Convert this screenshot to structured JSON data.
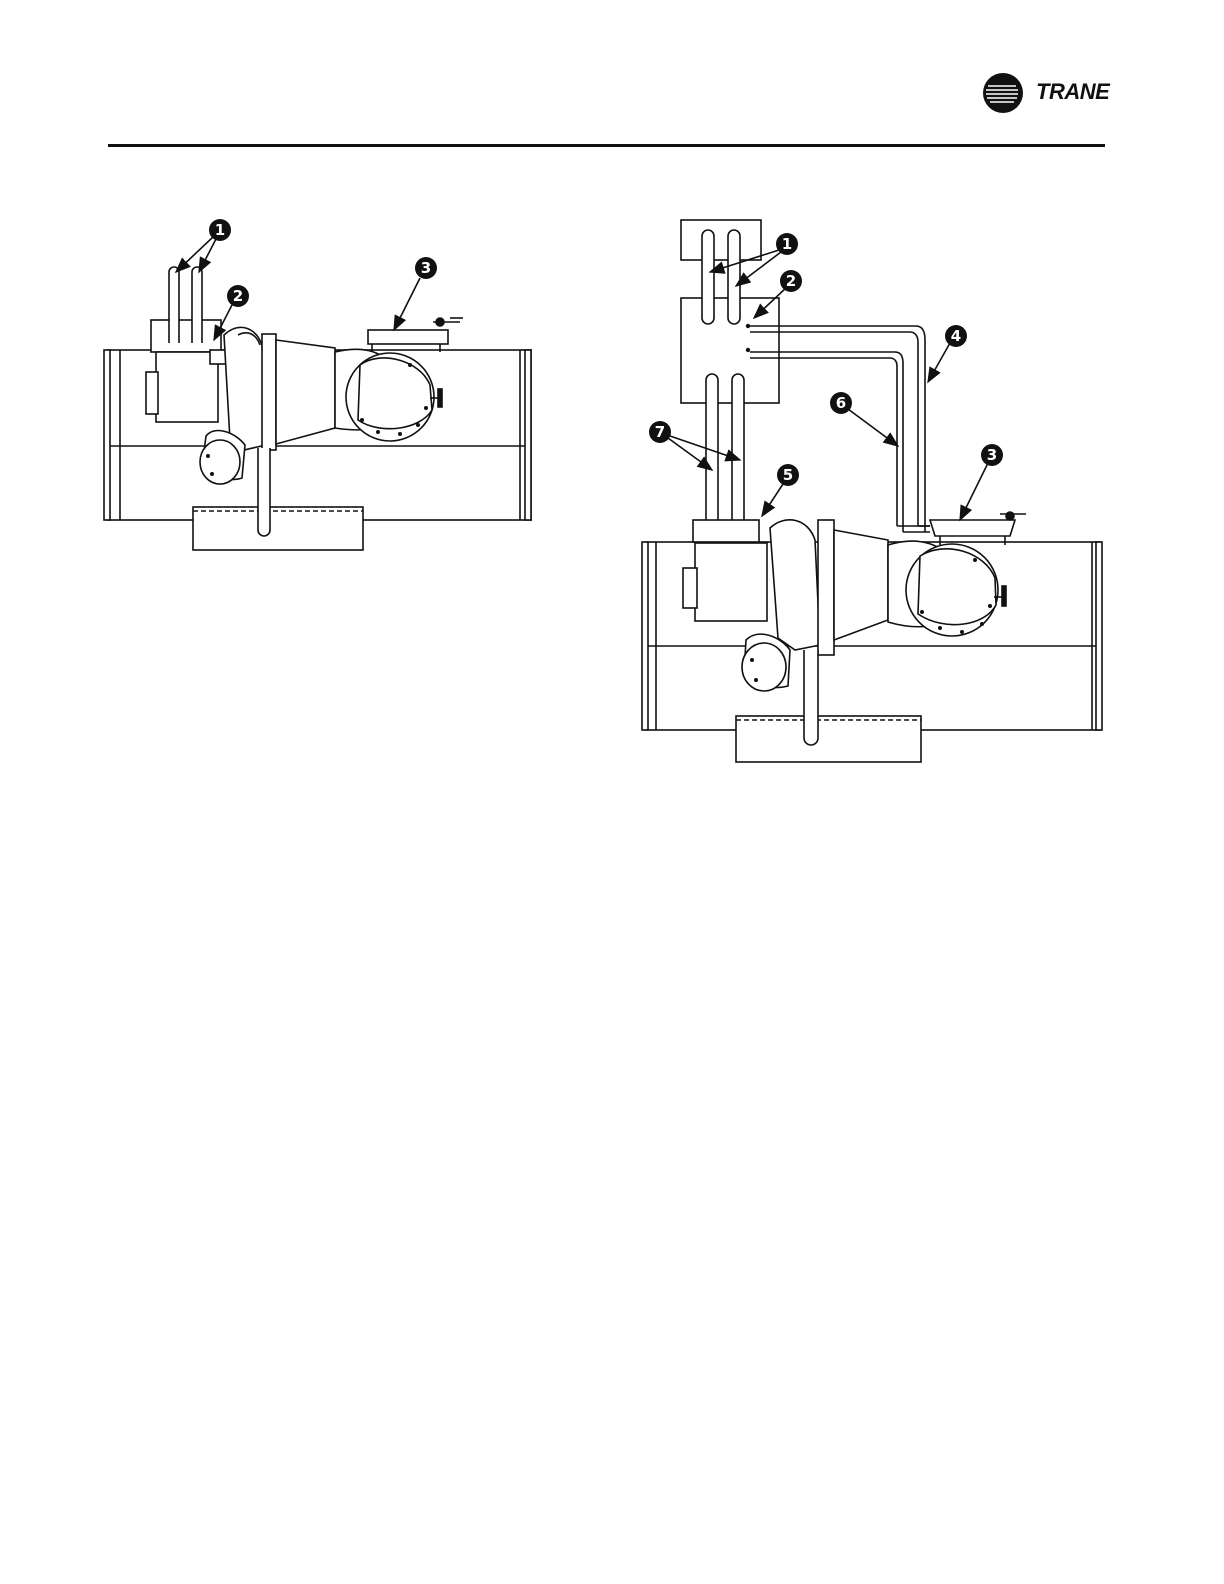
{
  "header": {
    "brand_name": "TRANE",
    "logo_icon": "trane-logo-icon"
  },
  "figure_left": {
    "callouts": [
      "1",
      "2",
      "3"
    ]
  },
  "figure_right": {
    "callouts": [
      "1",
      "2",
      "4",
      "6",
      "7",
      "5",
      "3"
    ]
  },
  "colors": {
    "ink": "#111111",
    "paper": "#ffffff"
  }
}
